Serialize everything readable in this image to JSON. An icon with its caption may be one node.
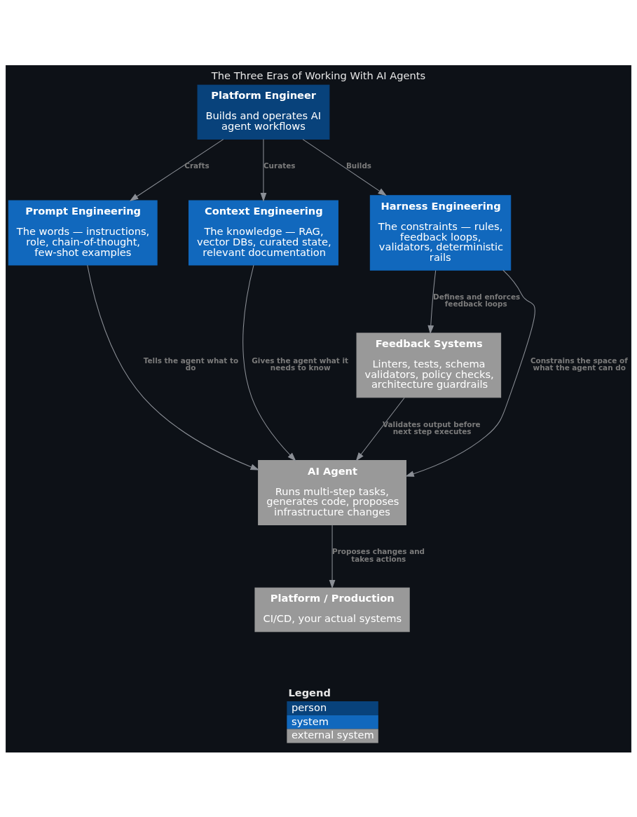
{
  "diagram": {
    "title": "The Three Eras of Working With AI Agents",
    "nodes": [
      {
        "text": [
          "Platform Engineer",
          "Builds and operates AI agent workflows"
        ]
      },
      {
        "text": [
          "Harness Engineering",
          "The constraints — rules, feedback loops, validators, deterministic rails"
        ]
      },
      {
        "text": [
          "Prompt Engineering",
          "The words — instructions, role, chain-of-thought, few-shot examples"
        ]
      },
      {
        "text": [
          "Context Engineering",
          "The knowledge — RAG, vector DBs, curated state, relevant documentation"
        ]
      },
      {
        "text": [
          "Feedback Systems",
          "Linters, tests, schema validators, policy checks, architecture guardrails"
        ]
      },
      {
        "text": [
          "AI Agent",
          "Runs multi-step tasks, generates code, proposes infrastructure changes"
        ]
      },
      {
        "text": [
          "Platform / Production",
          "CI/CD, your actual systems"
        ]
      }
    ],
    "edges": [
      {
        "from": 0,
        "to": 2,
        "arrow": "to",
        "label": "Crafts"
      },
      {
        "from": 0,
        "to": 3,
        "arrow": "to",
        "label": "Curates"
      },
      {
        "from": 0,
        "to": 1,
        "arrow": "to",
        "label": "Builds"
      },
      {
        "from": 1,
        "to": 4,
        "arrow": "to",
        "label": "Defines and enforces feedback loops"
      },
      {
        "from": 2,
        "to": 5,
        "arrow": "to",
        "label": "Tells the agent what to do"
      },
      {
        "from": 3,
        "to": 5,
        "arrow": "to",
        "label": "Gives the agent what it needs to know"
      },
      {
        "from": 1,
        "to": 5,
        "arrow": "to",
        "label": "Constrains the space of what the agent can do"
      },
      {
        "from": 4,
        "to": 5,
        "arrow": "to",
        "label": "Validates output before next step executes"
      },
      {
        "from": 5,
        "to": 6,
        "arrow": "to",
        "label": "Proposes changes and takes actions"
      }
    ],
    "labels": [
      "Legend"
    ],
    "legend": [
      {
        "text": "person",
        "color": "#08427b"
      },
      {
        "text": "system",
        "color": "#1168bd"
      },
      {
        "text": "external system",
        "color": "#999999"
      }
    ]
  }
}
